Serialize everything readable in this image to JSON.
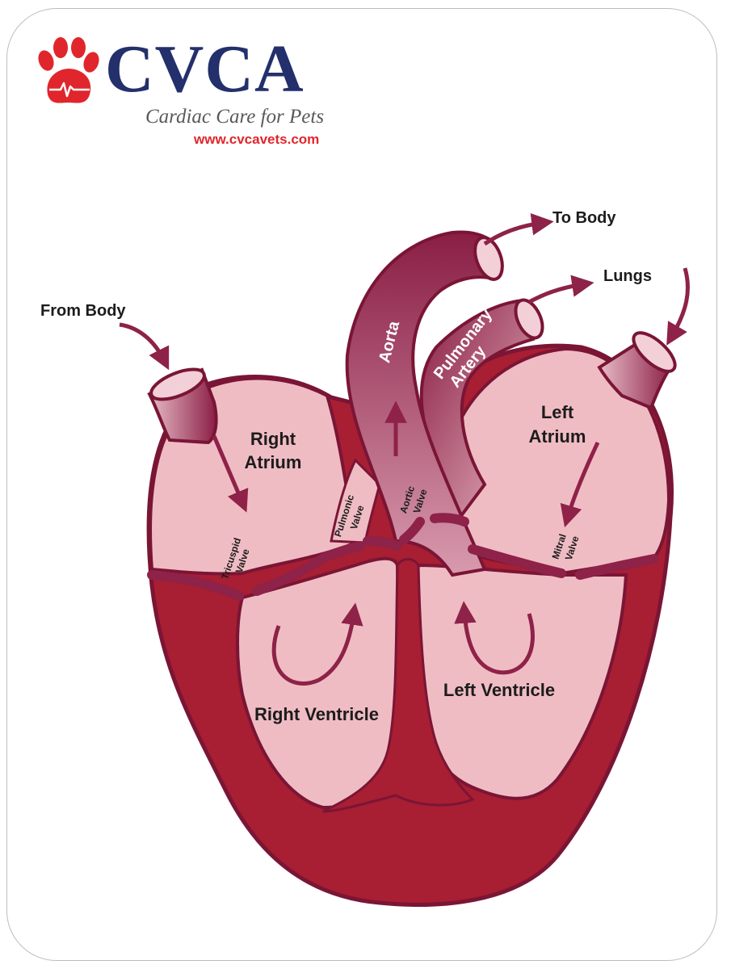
{
  "brand": {
    "name": "CVCA",
    "tagline": "Cardiac Care for Pets",
    "url": "www.cvcavets.com"
  },
  "colors": {
    "muscle": "#a81e32",
    "outline": "#7a1535",
    "chamber": "#f0bcc4",
    "vessel": "#8e2248",
    "logo_red": "#e0262c",
    "logo_navy": "#23306b"
  },
  "icons": [
    "paw-logo-icon",
    "arrow-icon"
  ],
  "flow": {
    "from_body": "From Body",
    "to_body": "To Body",
    "lungs": "Lungs"
  },
  "chambers": {
    "right_atrium": [
      "Right",
      "Atrium"
    ],
    "left_atrium": [
      "Left",
      "Atrium"
    ],
    "right_ventricle": "Right Ventricle",
    "left_ventricle": "Left Ventricle"
  },
  "vessels": {
    "aorta": "Aorta",
    "pulmonary_artery": [
      "Pulmonary",
      "Artery"
    ]
  },
  "valves": {
    "tricuspid": [
      "Tricuspid",
      "Valve"
    ],
    "pulmonic": [
      "Pulmonic",
      "Valve"
    ],
    "aortic": [
      "Aortic",
      "Valve"
    ],
    "mitral": [
      "Mitral",
      "Valve"
    ]
  }
}
